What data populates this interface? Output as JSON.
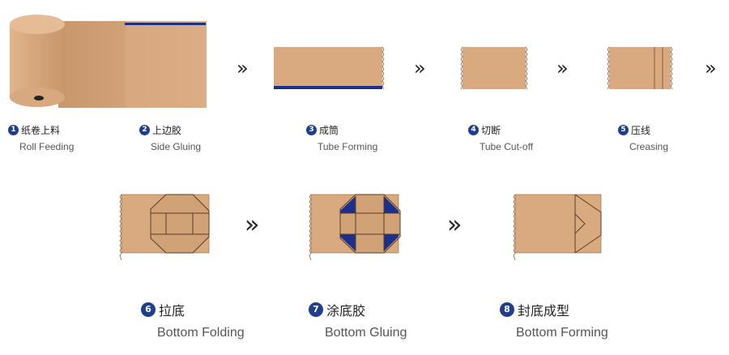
{
  "colors": {
    "kraft": "#d7a77e",
    "kraft_dark": "#c9976d",
    "kraft_edge": "#8a6340",
    "glue_blue": "#1c2f8a",
    "badge": "#1f3f8c"
  },
  "arrow_glyph": "»",
  "steps": [
    {
      "num": "1",
      "zh": "纸卷上料",
      "en": "Roll Feeding"
    },
    {
      "num": "2",
      "zh": "上边胶",
      "en": "Side Gluing"
    },
    {
      "num": "3",
      "zh": "成筒",
      "en": "Tube Forming"
    },
    {
      "num": "4",
      "zh": "切断",
      "en": "Tube Cut-off"
    },
    {
      "num": "5",
      "zh": "压线",
      "en": "Creasing"
    },
    {
      "num": "6",
      "zh": "拉底",
      "en": "Bottom Folding"
    },
    {
      "num": "7",
      "zh": "涂底胶",
      "en": "Bottom Gluing"
    },
    {
      "num": "8",
      "zh": "封底成型",
      "en": "Bottom Forming"
    }
  ]
}
